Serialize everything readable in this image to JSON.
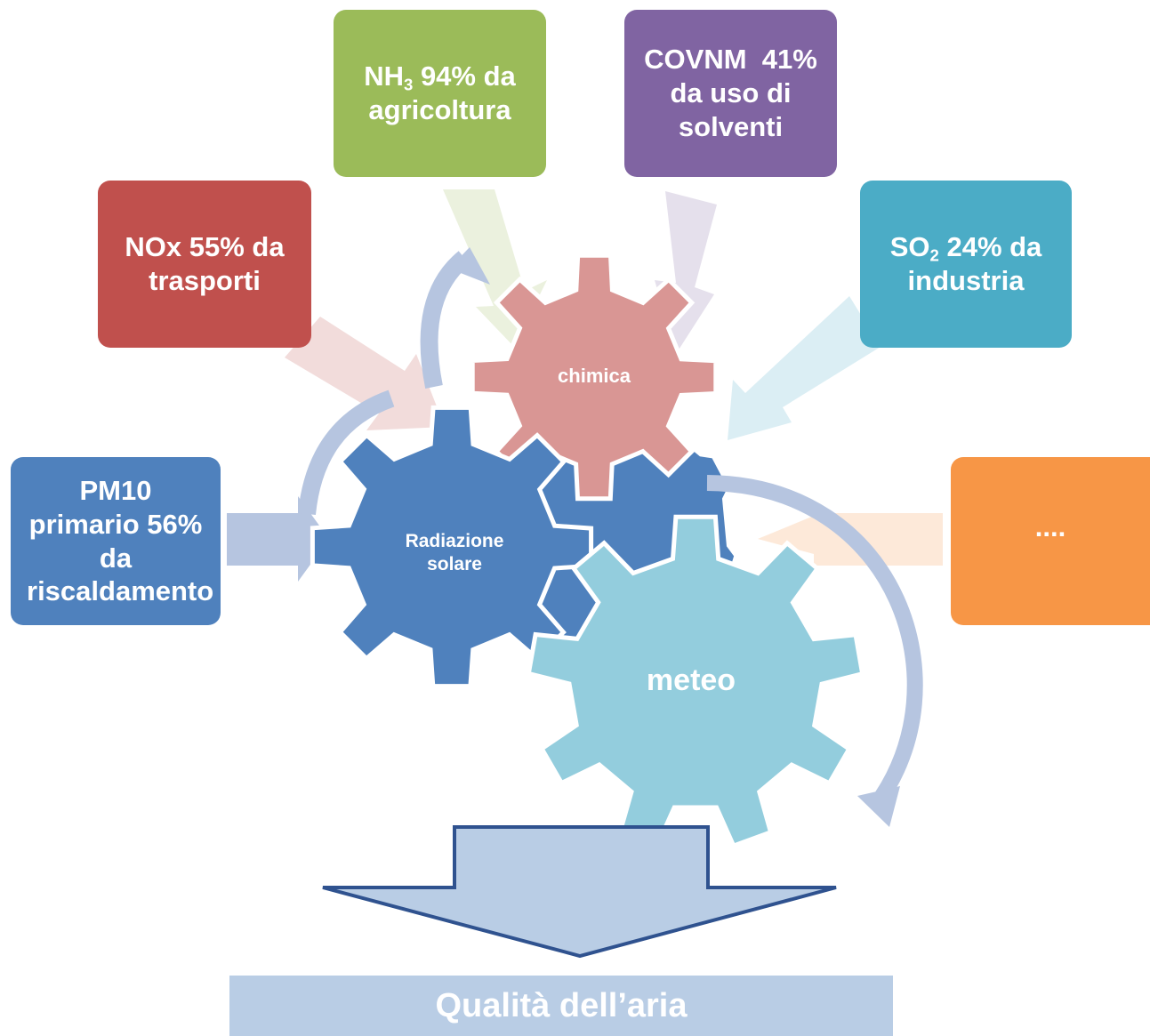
{
  "sources": {
    "pm10": {
      "label": "PM10 primario 56% da riscaldamento",
      "color": "#4f81bd"
    },
    "nox": {
      "label": "NOx 55% da trasporti",
      "color": "#c0504d"
    },
    "nh3": {
      "prefix": "NH",
      "subscript": "3",
      "suffix": " 94% da agricoltura",
      "color": "#9bbb59"
    },
    "covnm": {
      "label": "COVNM  41% da uso di solventi",
      "color": "#8064a2"
    },
    "so2": {
      "prefix": "SO",
      "subscript": "2",
      "suffix": " 24% da industria",
      "color": "#4bacc6"
    },
    "other": {
      "label": "....",
      "color": "#f79646"
    }
  },
  "gears": {
    "chimica": {
      "label": "chimica",
      "color": "#d99694"
    },
    "radiazione": {
      "label": "Radiazione solare",
      "color": "#4f81bd"
    },
    "meteo": {
      "label": "meteo",
      "color": "#93cddd"
    },
    "back": {
      "color": "#4f81bd"
    }
  },
  "result": {
    "label": "Qualità dell’aria",
    "color": "#b9cde5"
  }
}
